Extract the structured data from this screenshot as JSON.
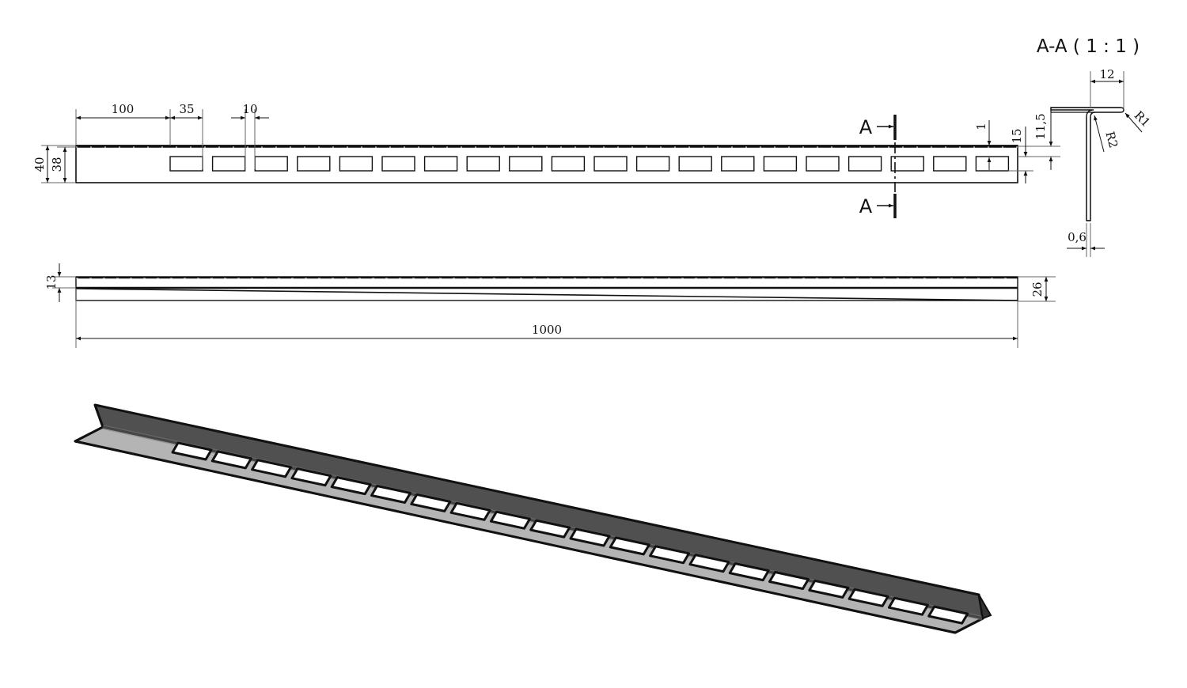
{
  "drawing": {
    "type": "technical-drawing",
    "subject": "perforated angle profile"
  },
  "section": {
    "title": "A-A ( 1 : 1 )",
    "marker_label": "A",
    "dims": {
      "flange_width": "12",
      "r1": "R1",
      "r2": "R2",
      "thickness": "0,6",
      "slot_offset": "11,5"
    }
  },
  "front_view": {
    "dims": {
      "start_offset": "100",
      "slot_length": "35",
      "slot_gap": "10",
      "total_height": "40",
      "inner_height": "38",
      "top_to_slot": "1",
      "slot_span": "15",
      "slot_offset": "11,5"
    },
    "slot_count": 20
  },
  "top_view": {
    "dims": {
      "left_height": "13",
      "right_height": "26",
      "length": "1000"
    }
  },
  "iso_view": {
    "fill_light": "#b4b4b4",
    "fill_dark": "#505050",
    "outline": "#111111",
    "slot_count": 20
  }
}
